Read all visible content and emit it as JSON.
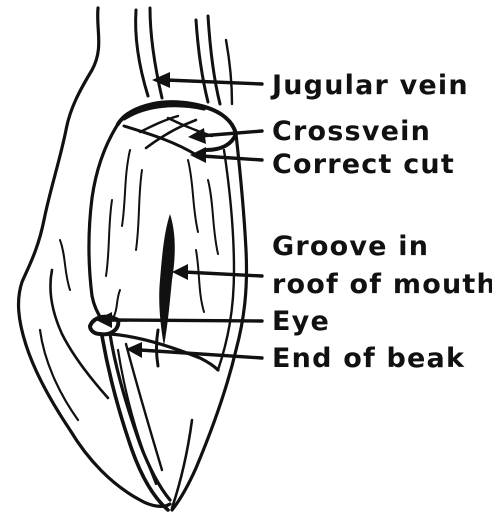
{
  "labels": {
    "jugular_vein": "Jugular vein",
    "crossvein": "Crossvein",
    "correct_cut": "Correct cut",
    "groove_line1": "Groove in",
    "groove_line2": "roof of mouth",
    "eye": "Eye",
    "end_of_beak": "End of beak"
  },
  "colors": {
    "ink": "#111111",
    "background": "#ffffff"
  }
}
